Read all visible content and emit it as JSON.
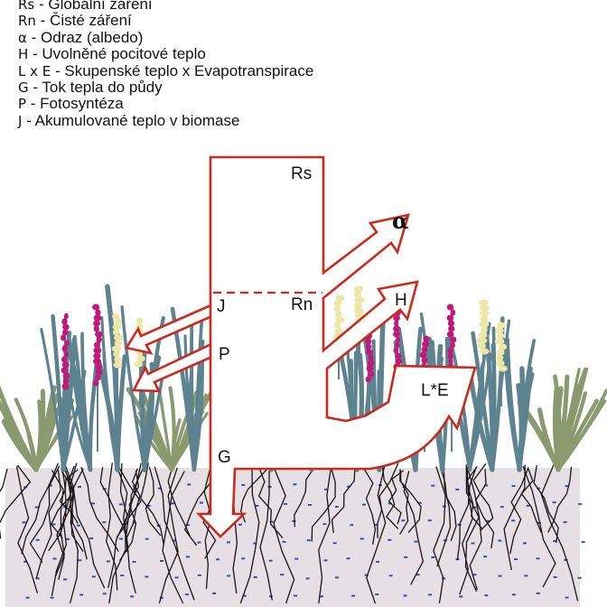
{
  "legend": [
    {
      "symbol": "Rs",
      "text": " - Globální záření"
    },
    {
      "symbol": "Rn",
      "text": " - Čisté záření"
    },
    {
      "symbol": "α",
      "text": " - Odraz (albedo)"
    },
    {
      "symbol": "H",
      "text": " - Uvolněné pocitové teplo"
    },
    {
      "symbol": "L x E",
      "text": " - Skupenské teplo x Evapotranspirace"
    },
    {
      "symbol": "G",
      "text": " - Tok tepla do půdy"
    },
    {
      "symbol": "P",
      "text": " - Fotosyntéza"
    },
    {
      "symbol": "J",
      "text": " - Akumulované teplo v biomase"
    }
  ],
  "labels": {
    "rs": "Rs",
    "rn": "Rn",
    "alpha": "α",
    "h": "H",
    "le": "L*E",
    "j": "J",
    "p": "P",
    "g": "G"
  },
  "colors": {
    "arrow_stroke": "#cc2a1e",
    "arrow_fill": "#ffffff",
    "soil": "#e6e0e4",
    "soil_dots": "#3a4fa8",
    "roots": "#1a1416",
    "grass_blue": "#5d8290",
    "grass_olive": "#8a9a6e",
    "flower_magenta": "#c0197a",
    "flower_yellow": "#ece7a6"
  }
}
